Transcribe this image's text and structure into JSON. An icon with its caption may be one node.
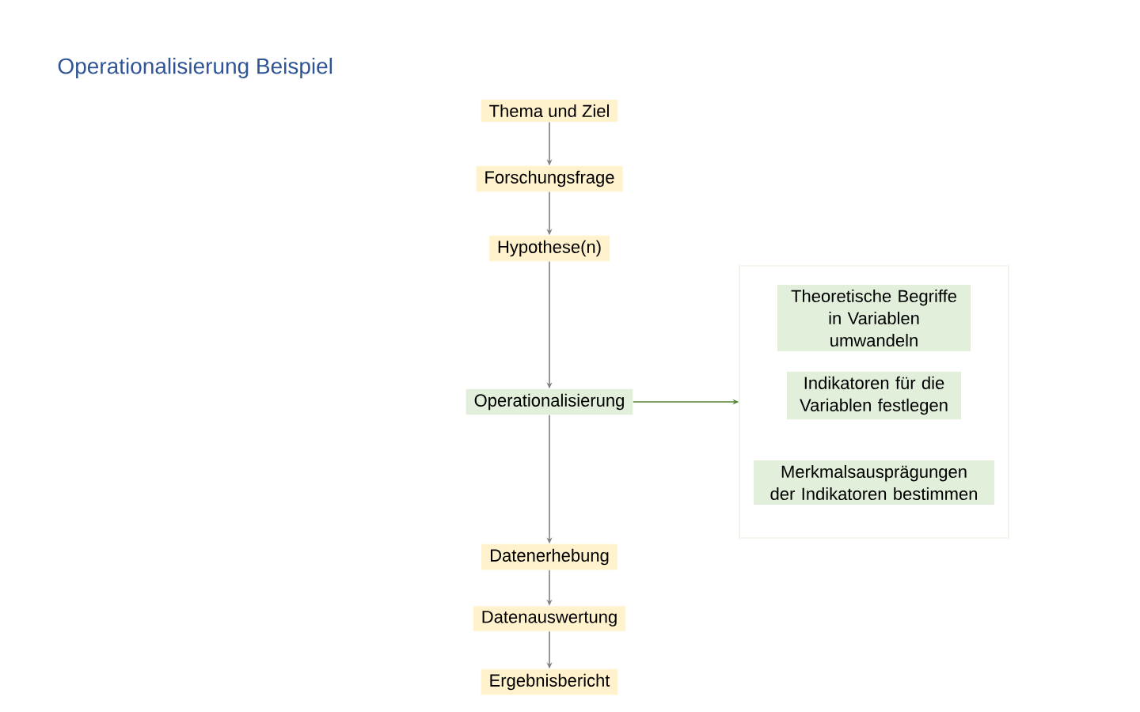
{
  "diagram": {
    "title": "Operationalisierung Beispiel",
    "nodes": [
      {
        "text": [
          "Thema und Ziel"
        ]
      },
      {
        "text": [
          "Forschungsfrage"
        ]
      },
      {
        "text": [
          "Hypothese(n)"
        ]
      },
      {
        "text": [
          "Operationalisierung"
        ]
      },
      {
        "text": [
          "Datenerhebung"
        ]
      },
      {
        "text": [
          "Datenauswertung"
        ]
      },
      {
        "text": [
          "Ergebnisbericht"
        ]
      },
      {
        "text": [],
        "shape": "box"
      },
      {
        "text": [
          "Theoretische Begriffe in Variablen umwandeln"
        ],
        "in": 7
      },
      {
        "text": [
          "Indikatoren für die Variablen festlegen"
        ],
        "in": 7
      },
      {
        "text": [
          "Merkmalsausprägungen der Indikatoren bestimmen"
        ],
        "in": 7
      }
    ],
    "edges": [
      {
        "from": 0,
        "to": 1,
        "arrow": "to"
      },
      {
        "from": 1,
        "to": 2,
        "arrow": "to"
      },
      {
        "from": 2,
        "to": 3,
        "arrow": "to"
      },
      {
        "from": 3,
        "to": 4,
        "arrow": "to"
      },
      {
        "from": 4,
        "to": 5,
        "arrow": "to"
      },
      {
        "from": 5,
        "to": 6,
        "arrow": "to"
      },
      {
        "from": 3,
        "to": 7,
        "arrow": "to",
        "color": "#548235"
      }
    ]
  }
}
